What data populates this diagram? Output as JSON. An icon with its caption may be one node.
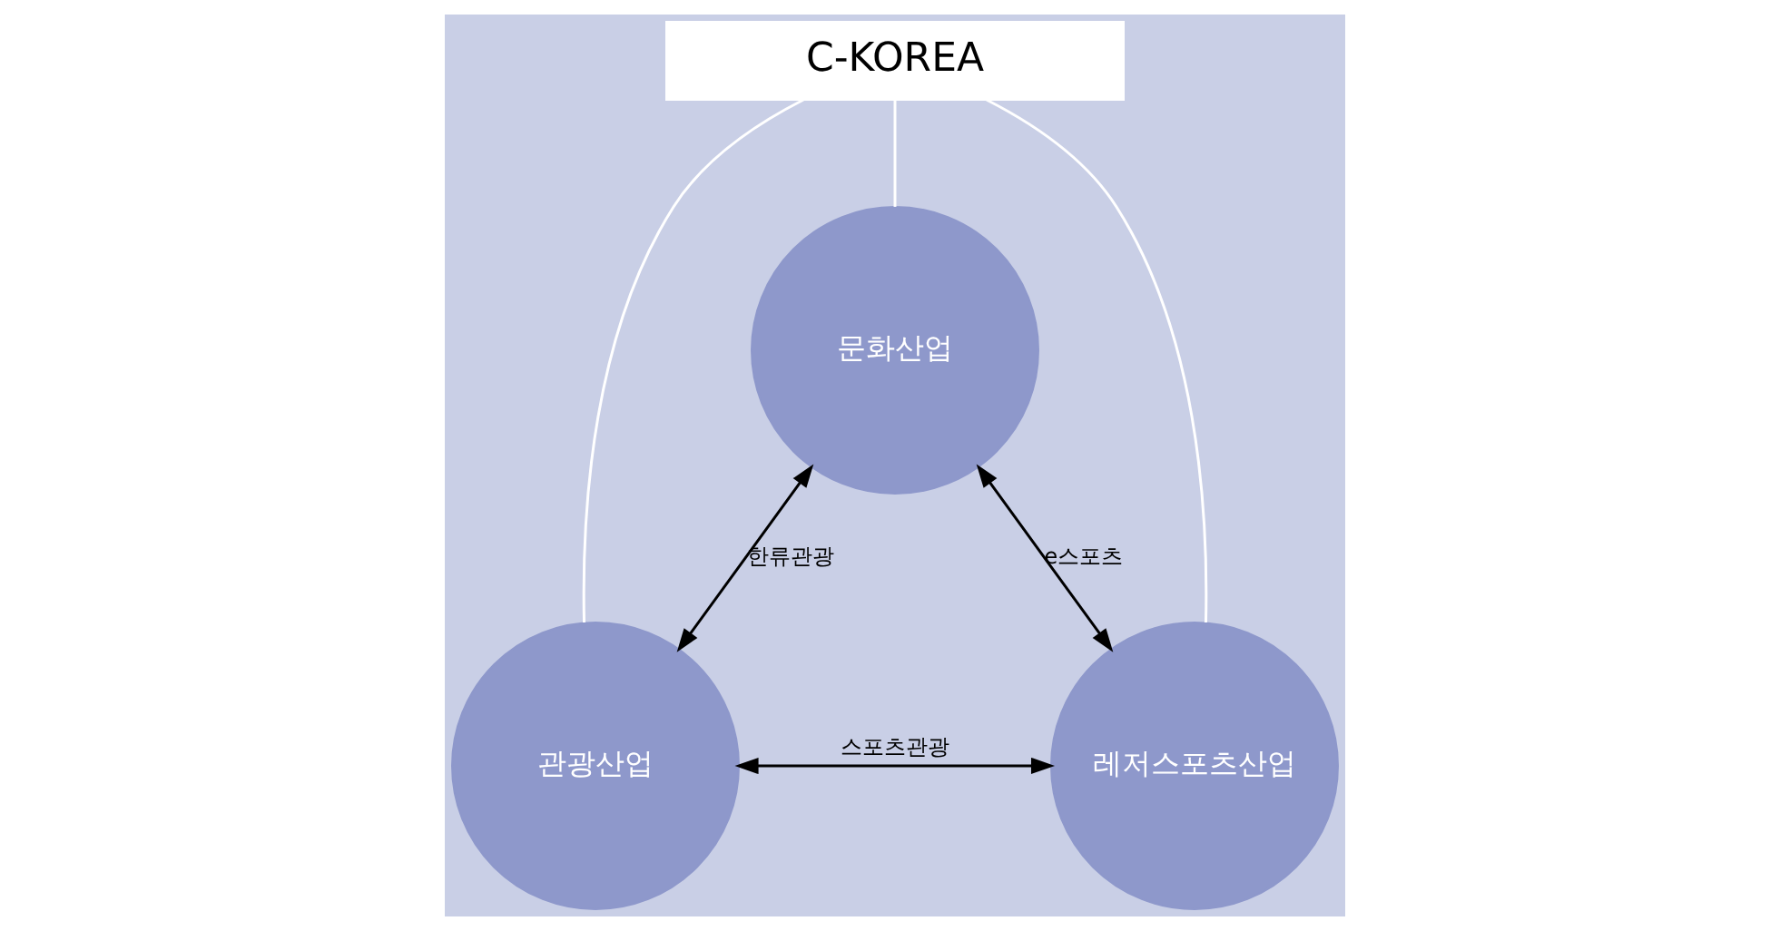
{
  "diagram": {
    "nodes": [
      {
        "text": [
          "문화산업"
        ]
      },
      {
        "text": [
          "C-KOREA"
        ]
      },
      {
        "text": [
          "관광산업"
        ]
      },
      {
        "text": [
          "레저스포츠산업"
        ]
      }
    ],
    "edges": [
      {
        "from": 1,
        "to": 0,
        "arrow": "none",
        "color": "#ffffff"
      },
      {
        "from": 1,
        "to": 2,
        "arrow": "none",
        "color": "#ffffff"
      },
      {
        "from": 1,
        "to": 3,
        "arrow": "none",
        "color": "#ffffff"
      },
      {
        "from": 2,
        "to": 0,
        "arrow": "both",
        "label": "한류관광",
        "color": "#000000"
      },
      {
        "from": 0,
        "to": 3,
        "arrow": "both",
        "label": "e스포츠",
        "color": "#000000"
      },
      {
        "from": 2,
        "to": 3,
        "arrow": "both",
        "label": "스포츠관광",
        "color": "#000000"
      }
    ]
  }
}
